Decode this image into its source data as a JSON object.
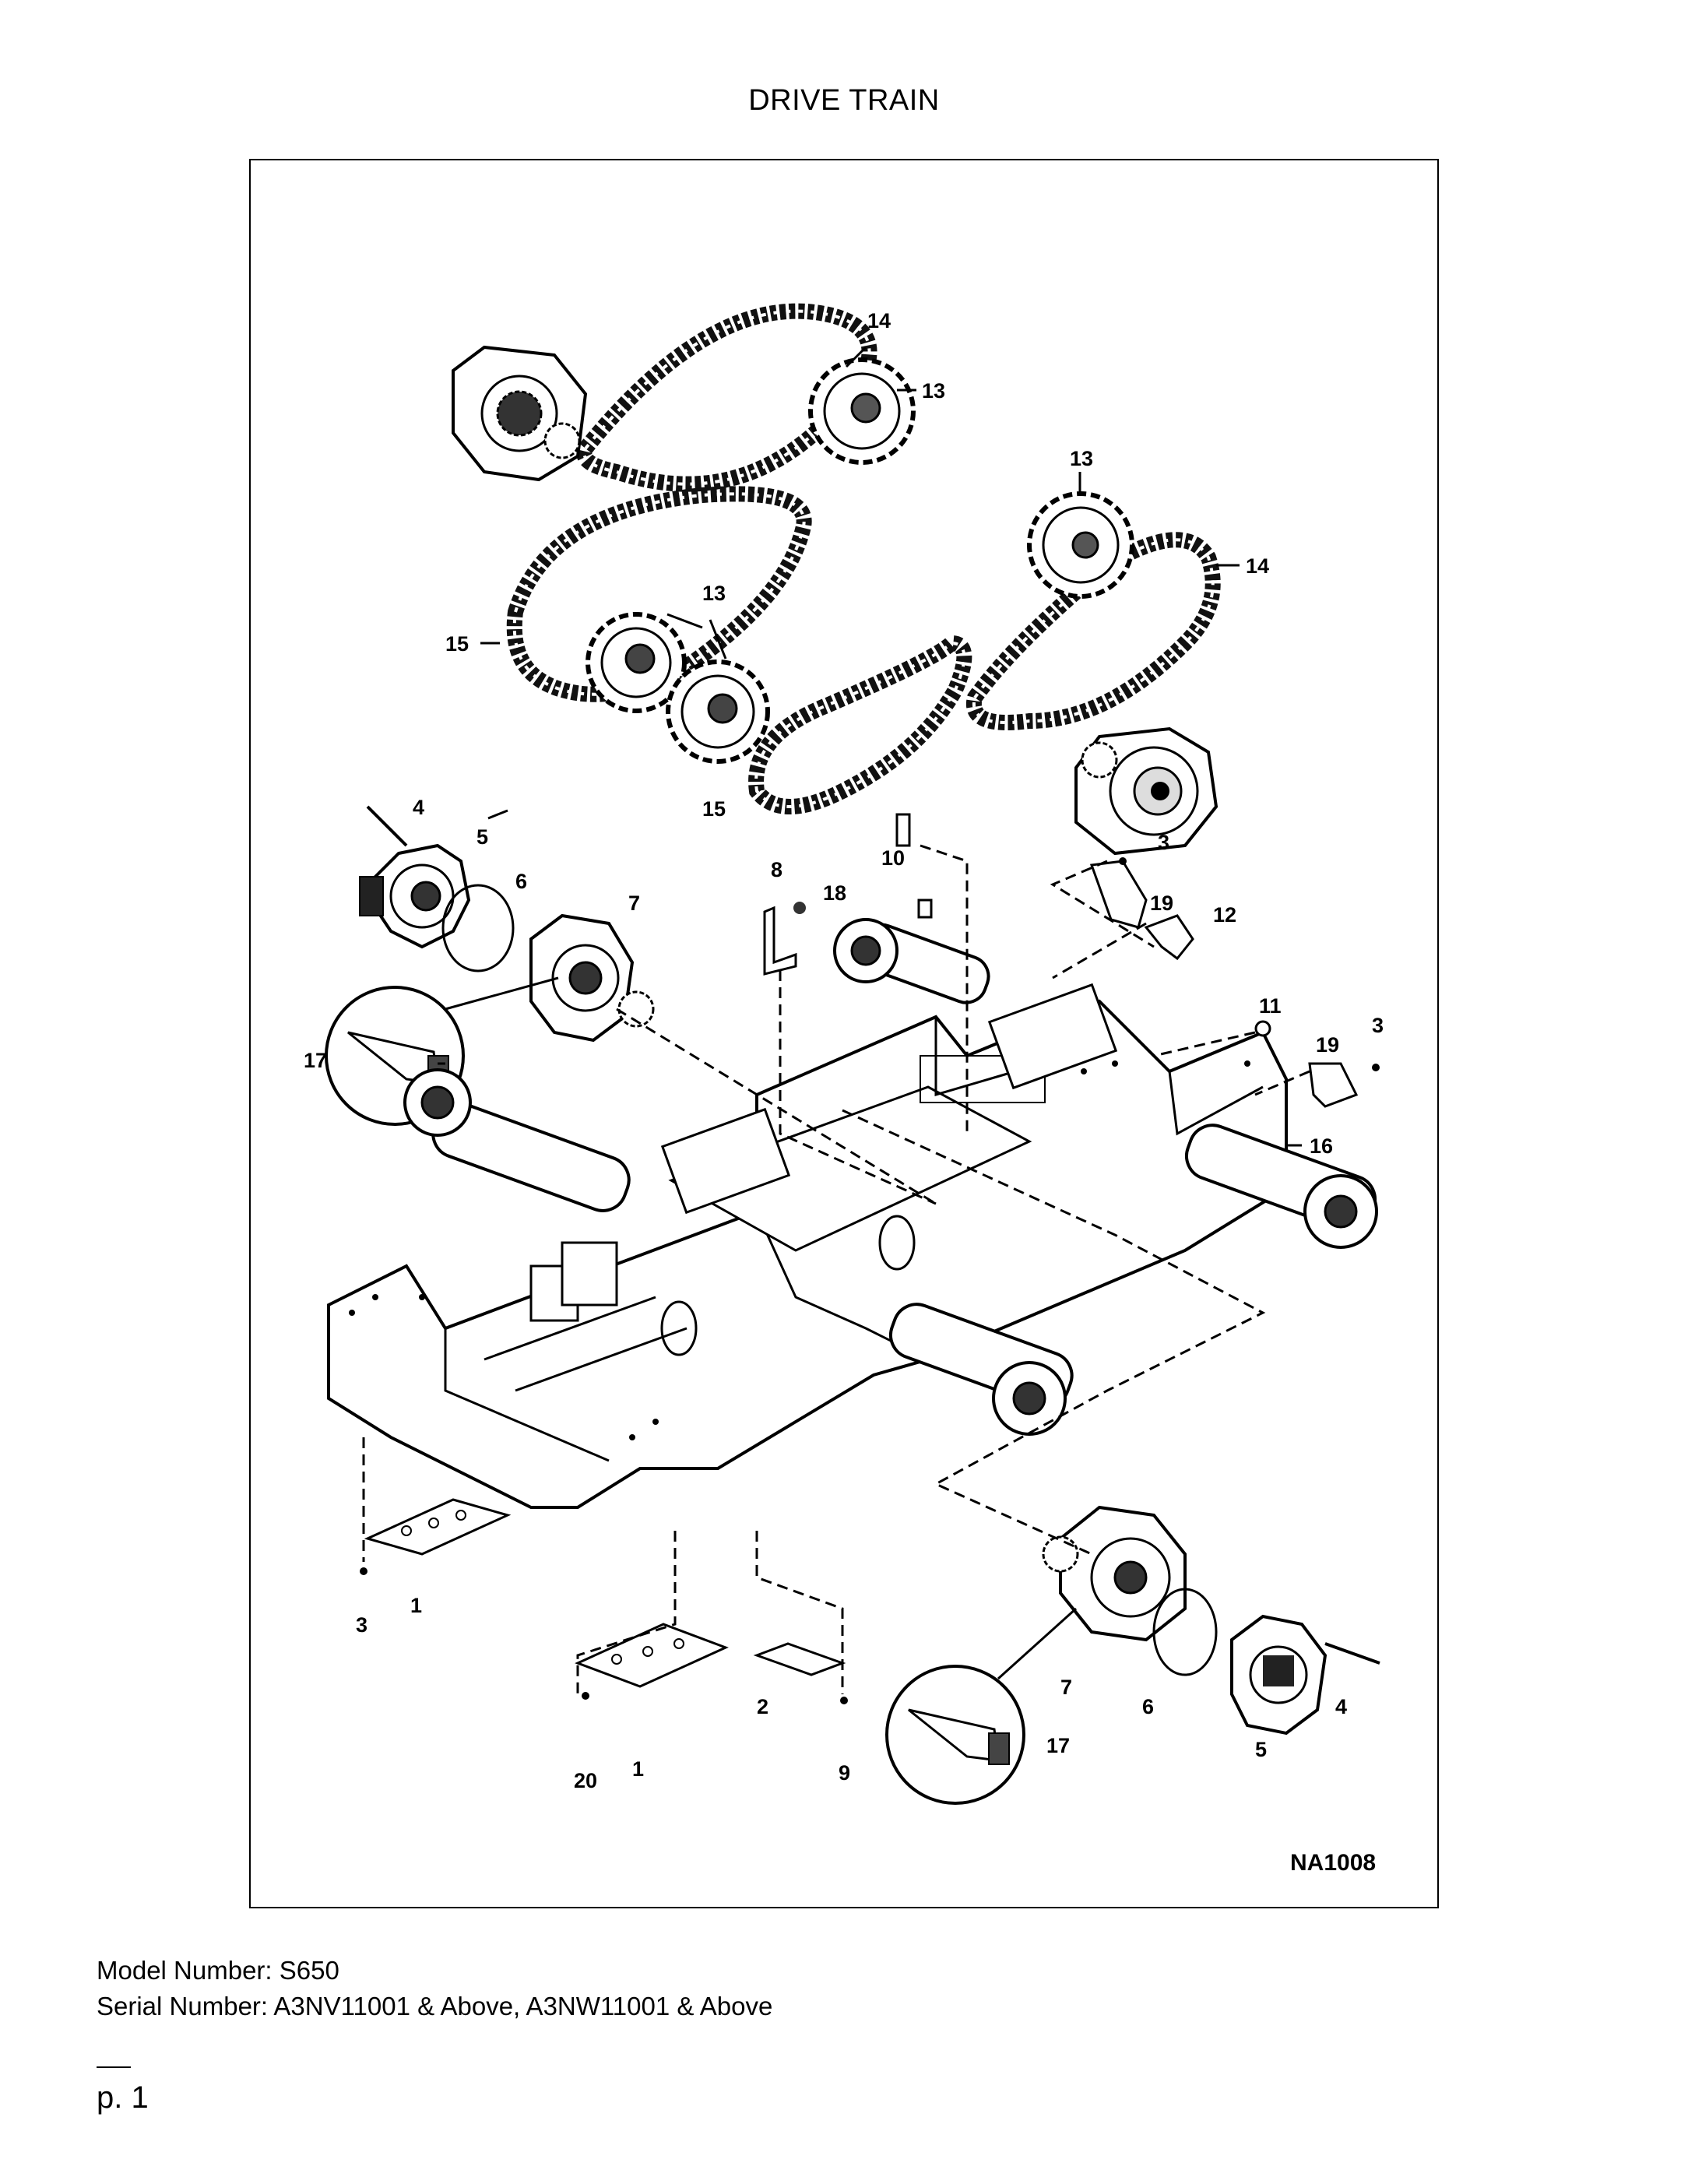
{
  "document": {
    "title": "DRIVE TRAIN",
    "figure_code": "NA1008",
    "model_line": "Model Number: S650",
    "serial_line": "Serial Number: A3NV11001 & Above, A3NW11001 & Above",
    "page_label": "p. 1"
  },
  "callouts": {
    "c14a": "14",
    "c13a": "13",
    "c13b": "13",
    "c14b": "14",
    "c13c": "13",
    "c15a": "15",
    "c15b": "15",
    "c4a": "4",
    "c5a": "5",
    "c6a": "6",
    "c7a": "7",
    "c17a": "17",
    "c8": "8",
    "c18": "18",
    "c10": "10",
    "c3a": "3",
    "c19a": "19",
    "c12": "12",
    "c11": "11",
    "c19b": "19",
    "c3b": "3",
    "c16": "16",
    "c3c": "3",
    "c1a": "1",
    "c2": "2",
    "c20": "20",
    "c1b": "1",
    "c9": "9",
    "c7b": "7",
    "c6b": "6",
    "c4b": "4",
    "c17b": "17",
    "c5b": "5"
  }
}
